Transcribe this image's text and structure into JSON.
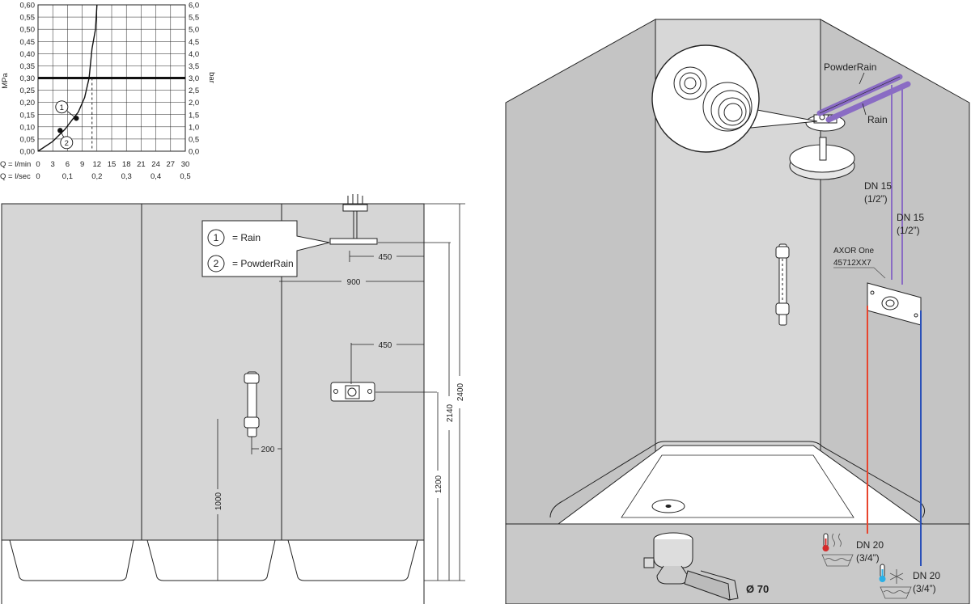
{
  "chart_data": {
    "type": "line",
    "title": "",
    "ylabel_left": "MPa",
    "ylabel_right": "bar",
    "y_mpa_ticks": [
      "0,60",
      "0,55",
      "0,50",
      "0,45",
      "0,40",
      "0,35",
      "0,30",
      "0,25",
      "0,20",
      "0,15",
      "0,10",
      "0,05",
      "0,00"
    ],
    "y_bar_ticks": [
      "6,0",
      "5,5",
      "5,0",
      "4,5",
      "4,0",
      "3,5",
      "3,0",
      "2,5",
      "2,0",
      "1,5",
      "1,0",
      "0,5",
      "0,0"
    ],
    "x_lmin_label": "Q = l/min",
    "x_lmin_ticks": [
      "0",
      "3",
      "6",
      "9",
      "12",
      "15",
      "18",
      "21",
      "24",
      "27",
      "30"
    ],
    "x_lsec_label": "Q = l/sec",
    "x_lsec_ticks": [
      "0",
      "0,1",
      "0,2",
      "0,3",
      "0,4",
      "0,5"
    ],
    "xlim": [
      0,
      30
    ],
    "ylim": [
      0,
      0.6
    ],
    "reference_line_mpa": 0.3,
    "series": [
      {
        "name": "1",
        "points": [
          [
            12,
            0.6
          ],
          [
            11.7,
            0.5
          ],
          [
            11,
            0.42
          ],
          [
            10.4,
            0.3
          ],
          [
            9.5,
            0.22
          ],
          [
            8.2,
            0.16
          ],
          [
            7,
            0.13
          ],
          [
            5.5,
            0.09
          ],
          [
            3,
            0.04
          ],
          [
            0,
            0
          ]
        ]
      },
      {
        "name": "2",
        "points": [
          [
            12,
            0.6
          ],
          [
            11.7,
            0.5
          ],
          [
            11,
            0.42
          ],
          [
            10.4,
            0.3
          ],
          [
            9.5,
            0.22
          ],
          [
            8.2,
            0.16
          ],
          [
            7,
            0.13
          ],
          [
            5.5,
            0.09
          ],
          [
            3,
            0.04
          ],
          [
            0,
            0
          ]
        ]
      }
    ],
    "markers": [
      {
        "label": "1",
        "x": 7.8,
        "y": 0.135
      },
      {
        "label": "2",
        "x": 4.5,
        "y": 0.085
      }
    ],
    "flow_marker_lmin": 11
  },
  "legend": {
    "items": [
      {
        "num": "1",
        "text": "= Rain"
      },
      {
        "num": "2",
        "text": "= PowderRain"
      }
    ]
  },
  "dimensions": {
    "d450_top": "450",
    "d900": "900",
    "d450_mid": "450",
    "d200": "200",
    "d1000": "1000",
    "d1200": "1200",
    "d2140": "2140",
    "d2400": "2400"
  },
  "isometric": {
    "pipe_powderrain": "PowderRain",
    "pipe_rain": "Rain",
    "dn15_a": "DN 15",
    "dn15_a_inch": "(1/2”)",
    "dn15_b": "DN 15",
    "dn15_b_inch": "(1/2”)",
    "product_name": "AXOR One",
    "product_code": "45712XX7",
    "dn20_hot": "DN 20",
    "dn20_hot_inch": "(3/4”)",
    "dn20_cold": "DN 20",
    "dn20_cold_inch": "(3/4”)",
    "drain_diameter": "Ø 70"
  },
  "colors": {
    "wall_light": "#d4d4d4",
    "wall_mid": "#c4c4c4",
    "hot_pipe": "#e8452e",
    "cold_pipe": "#2a50b8",
    "supply_pipe": "#8a6cc4",
    "hot_icon": "#d42a2a",
    "cold_icon": "#2ab0e6"
  }
}
